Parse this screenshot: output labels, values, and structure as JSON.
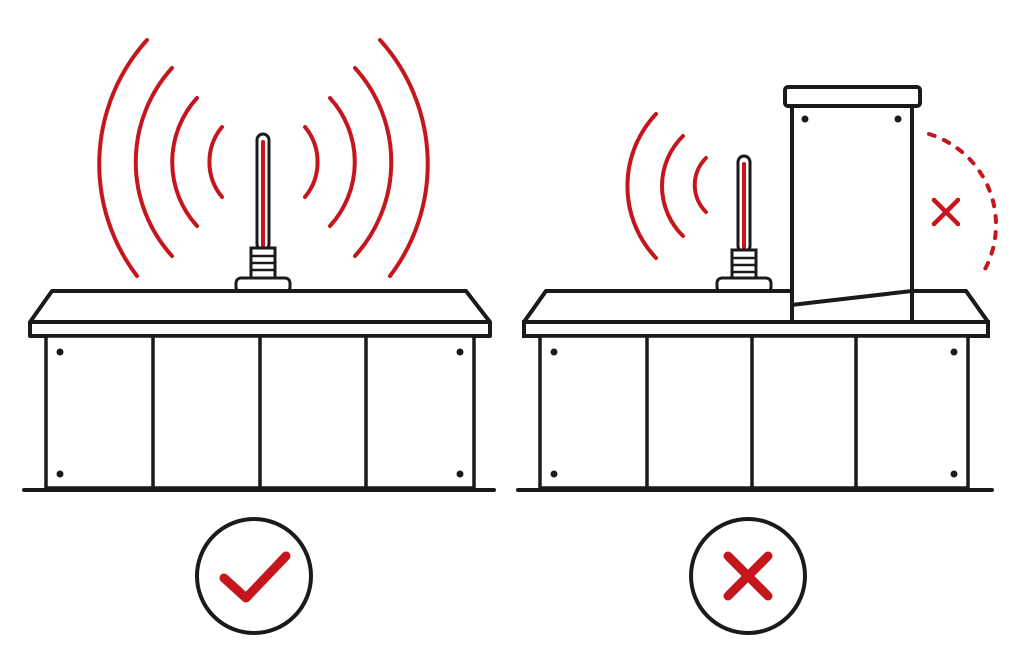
{
  "colors": {
    "ink": "#1a1a1a",
    "signal": "#c4161c",
    "background": "#ffffff"
  },
  "panels": [
    {
      "id": "good",
      "scenario": "antenna-unobstructed",
      "status": "correct",
      "icon": "checkmark-icon",
      "signal_arcs_per_side": 4
    },
    {
      "id": "bad",
      "scenario": "antenna-blocked-by-tall-housing",
      "status": "incorrect",
      "icon": "cross-icon",
      "signal_arcs_per_side": 3
    }
  ]
}
